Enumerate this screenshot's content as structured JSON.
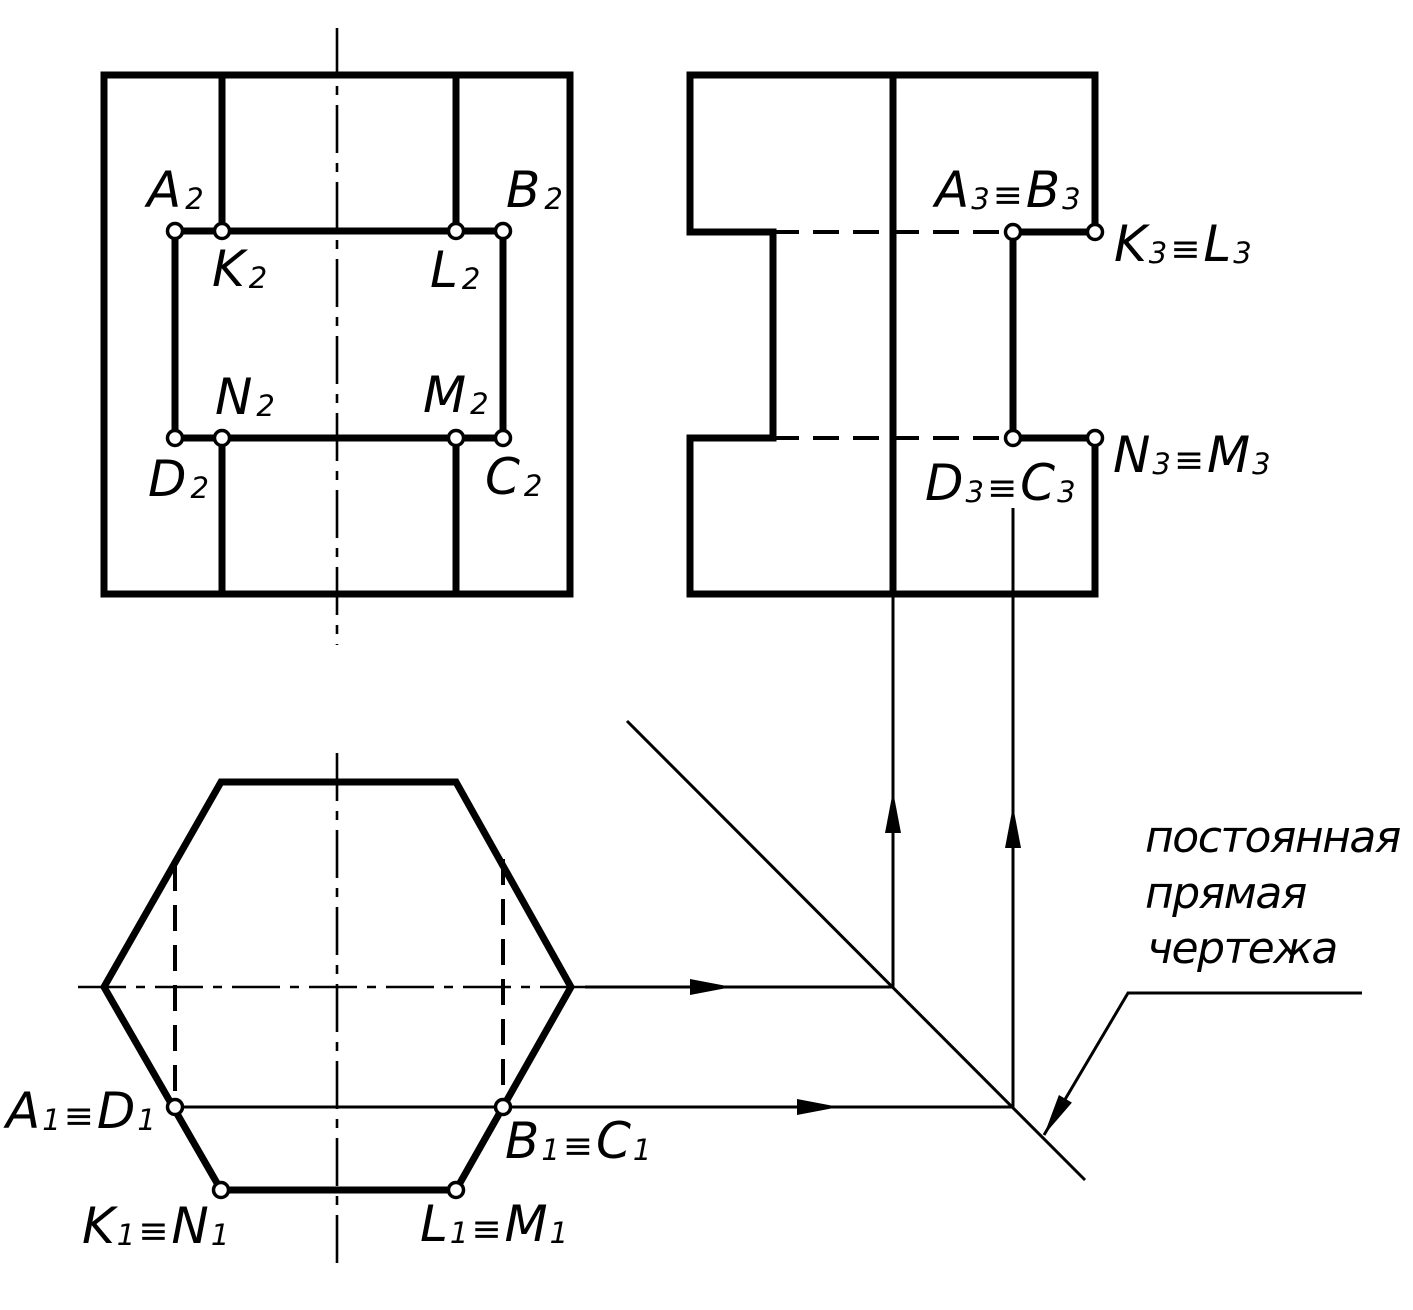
{
  "colors": {
    "ink": "#000000",
    "paper": "#ffffff"
  },
  "symbols": {
    "equiv": "≡"
  },
  "labels": {
    "A2": {
      "letter": "A",
      "index": "2"
    },
    "B2": {
      "letter": "B",
      "index": "2"
    },
    "C2": {
      "letter": "C",
      "index": "2"
    },
    "D2": {
      "letter": "D",
      "index": "2"
    },
    "K2": {
      "letter": "K",
      "index": "2"
    },
    "L2": {
      "letter": "L",
      "index": "2"
    },
    "M2": {
      "letter": "M",
      "index": "2"
    },
    "N2": {
      "letter": "N",
      "index": "2"
    },
    "A3B3": {
      "l": "A",
      "li": "3",
      "r": "B",
      "ri": "3"
    },
    "K3L3": {
      "l": "K",
      "li": "3",
      "r": "L",
      "ri": "3"
    },
    "N3M3": {
      "l": "N",
      "li": "3",
      "r": "M",
      "ri": "3"
    },
    "D3C3": {
      "l": "D",
      "li": "3",
      "r": "C",
      "ri": "3"
    },
    "A1D1": {
      "l": "A",
      "li": "1",
      "r": "D",
      "ri": "1"
    },
    "B1C1": {
      "l": "B",
      "li": "1",
      "r": "C",
      "ri": "1"
    },
    "K1N1": {
      "l": "K",
      "li": "1",
      "r": "N",
      "ri": "1"
    },
    "L1M1": {
      "l": "L",
      "li": "1",
      "r": "M",
      "ri": "1"
    }
  },
  "annotation": {
    "line1": "постоянная",
    "line2": "прямая",
    "line3": "чертежа"
  }
}
